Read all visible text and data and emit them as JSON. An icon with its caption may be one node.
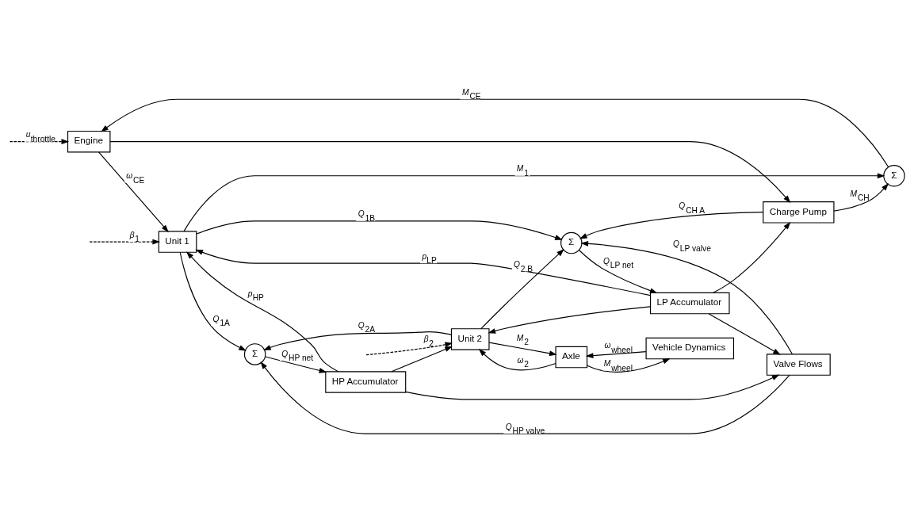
{
  "diagram": {
    "nodes": [
      {
        "text": [
          "Engine"
        ]
      },
      {
        "text": [
          "Unit 1"
        ]
      },
      {
        "text": [
          "HP Accumulator"
        ]
      },
      {
        "text": [
          "Σ"
        ]
      },
      {
        "text": [
          "Valve Flows"
        ]
      },
      {
        "text": [
          "Σ"
        ]
      },
      {
        "text": [
          "Σ"
        ]
      },
      {
        "text": [
          "Charge Pump"
        ]
      },
      {
        "text": [
          "LP Accumulator"
        ]
      },
      {
        "text": [
          "Unit 2"
        ]
      },
      {
        "text": [
          "Axle"
        ]
      },
      {
        "text": [
          "Vehicle Dynamics"
        ]
      }
    ],
    "edges": [
      {
        "from": null,
        "to": 0,
        "arrow": "to",
        "style": "dashed",
        "label": "*u*$_{throttle}$"
      },
      {
        "from": null,
        "to": 1,
        "arrow": "to",
        "style": "dashed",
        "label": "*β*$_{1}$"
      },
      {
        "from": null,
        "to": 9,
        "arrow": "to",
        "style": "dashed",
        "label": "*β*$_{2}$"
      },
      {
        "from": 0,
        "to": 1,
        "arrow": "to",
        "label": "*ω*$_{CE}$"
      },
      {
        "from": 0,
        "to": 7,
        "arrow": "to"
      },
      {
        "from": 2,
        "to": 1,
        "arrow": "to",
        "label": "*p*$_{HP}$"
      },
      {
        "from": 2,
        "to": 4,
        "arrow": "to"
      },
      {
        "from": 2,
        "to": 9,
        "arrow": "to"
      },
      {
        "from": 8,
        "to": 1,
        "arrow": "to",
        "label": "*p*$_{LP}$"
      },
      {
        "from": 8,
        "to": 7,
        "arrow": "to"
      },
      {
        "from": 8,
        "to": 4,
        "arrow": "to"
      },
      {
        "from": 8,
        "to": 9,
        "arrow": "to"
      },
      {
        "from": 1,
        "to": 3,
        "arrow": "to",
        "label": "*Q*$_{1A}$"
      },
      {
        "from": 1,
        "to": 6,
        "arrow": "to",
        "label": "*Q*$_{1B}$"
      },
      {
        "from": 1,
        "to": 5,
        "arrow": "to",
        "label": "*M*$_{1}$"
      },
      {
        "from": 7,
        "to": 5,
        "arrow": "to",
        "label": "*M*$_{CH}$"
      },
      {
        "from": 7,
        "to": 6,
        "arrow": "to",
        "label": "*Q*$_{CH A}$"
      },
      {
        "from": 5,
        "to": 0,
        "arrow": "to",
        "label": "*M*$_{CE}$"
      },
      {
        "from": 4,
        "to": 3,
        "arrow": "to",
        "label": "*Q*$_{HP valve}$"
      },
      {
        "from": 4,
        "to": 6,
        "arrow": "to",
        "label": "*Q*$_{LP valve}$"
      },
      {
        "from": 3,
        "to": 2,
        "arrow": "to",
        "label": "*Q*$_{HP net}$"
      },
      {
        "from": 6,
        "to": 8,
        "arrow": "to",
        "label": "*Q*$_{LP net}$"
      },
      {
        "from": 9,
        "to": 3,
        "arrow": "to",
        "label": "*Q*$_{2A}$"
      },
      {
        "from": 9,
        "to": 6,
        "arrow": "to",
        "label": "*Q*$_{2 B}$"
      },
      {
        "from": 9,
        "to": 10,
        "arrow": "to",
        "label": "*M*$_{2}$"
      },
      {
        "from": 10,
        "to": 9,
        "arrow": "to",
        "label": "*ω*$_{2}$"
      },
      {
        "from": 11,
        "to": 10,
        "arrow": "to",
        "label": "*ω*$_{wheel}$"
      },
      {
        "from": 10,
        "to": 11,
        "arrow": "to",
        "label": "*M*$_{wheel}$"
      }
    ]
  }
}
